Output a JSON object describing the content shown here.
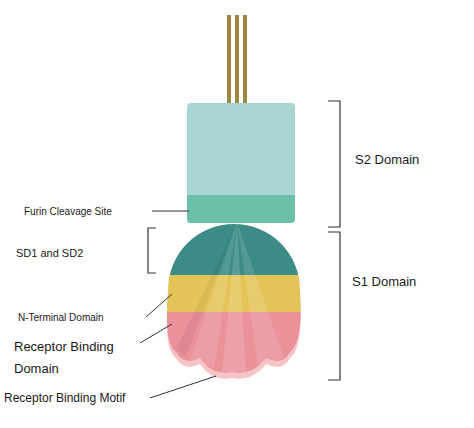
{
  "diagram": {
    "labels": [
      "S2 Domain",
      "Furin Cleavage Site",
      "SD1 and SD2",
      "S1 Domain",
      "N-Terminal Domain",
      "Receptor Binding Domain",
      "Receptor Binding Motif"
    ]
  }
}
